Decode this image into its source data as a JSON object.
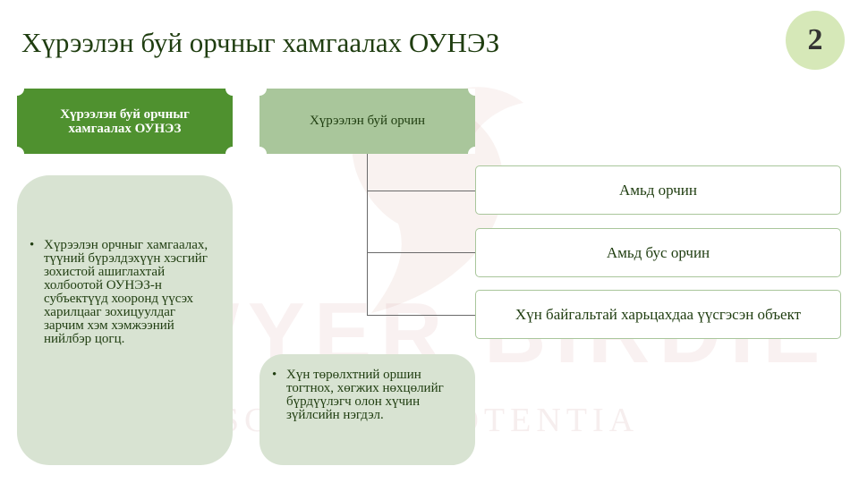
{
  "slide": {
    "title": "Хүрээлэн буй орчныг хамгаалах ОУНЭЗ",
    "page_number": "2"
  },
  "watermark": {
    "main": "LAWYER BIRDIE",
    "sub": "SCIENTIA POTENTIA"
  },
  "left_column": {
    "header": "Хүрээлэн буй орчныг хамгаалах ОУНЭЗ",
    "bullet": "Хүрээлэн орчныг хамгаалах, түүний бүрэлдэхүүн хэсгийг зохистой ашиглахтай холбоотой ОУНЭЗ-н субъектүүд хооронд үүсэх харилцааг зохицуулдаг зарчим хэм хэмжээний нийлбэр цогц."
  },
  "right_column": {
    "header": "Хүрээлэн буй орчин",
    "bullet": "Хүн төрөлхтний оршин тогтнох, хөгжих нөхцөлийг бүрдүүлэгч олон хүчин зүйлсийн нэгдэл.",
    "branches": [
      "Амьд орчин",
      "Амьд бус орчин",
      "Хүн байгальтай харьцахдаа үүсгэсэн объект"
    ]
  },
  "colors": {
    "dark_green": "#4f912f",
    "light_green": "#a9c69b",
    "pale_green": "#d8e3d2",
    "badge": "#d6e8b8",
    "text": "#1f3d10"
  }
}
